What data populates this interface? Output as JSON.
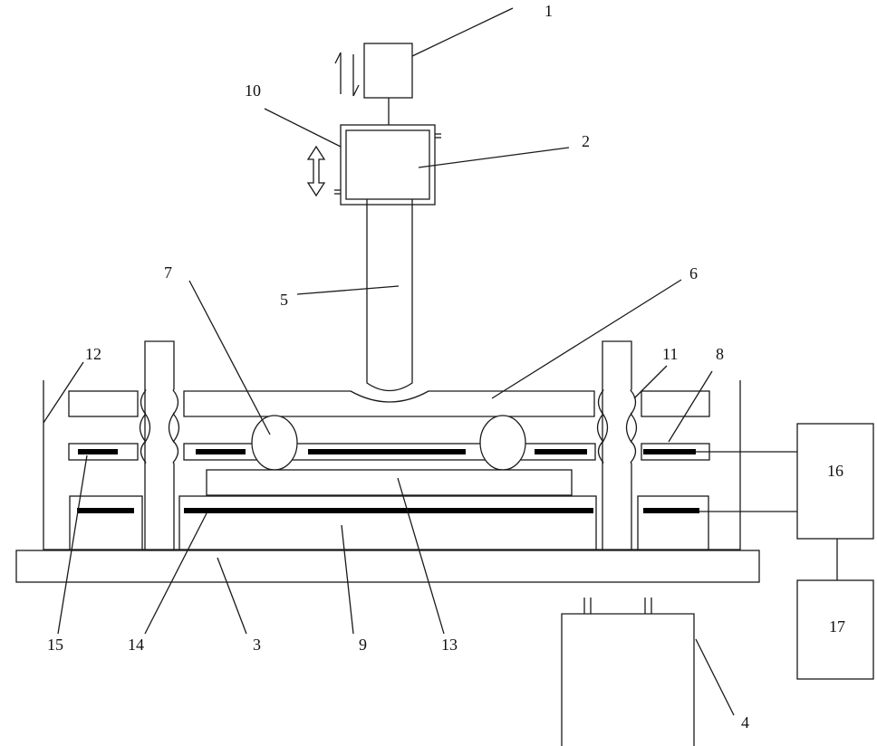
{
  "labels": {
    "n1": "1",
    "n2": "2",
    "n3": "3",
    "n4": "4",
    "n5": "5",
    "n6": "6",
    "n7": "7",
    "n8": "8",
    "n9": "9",
    "n10": "10",
    "n11": "11",
    "n12": "12",
    "n13": "13",
    "n14": "14",
    "n15": "15",
    "n16": "16",
    "n17": "17"
  },
  "colors": {
    "line": "#1a1a1a",
    "heater": "#000000",
    "background": "#ffffff"
  }
}
